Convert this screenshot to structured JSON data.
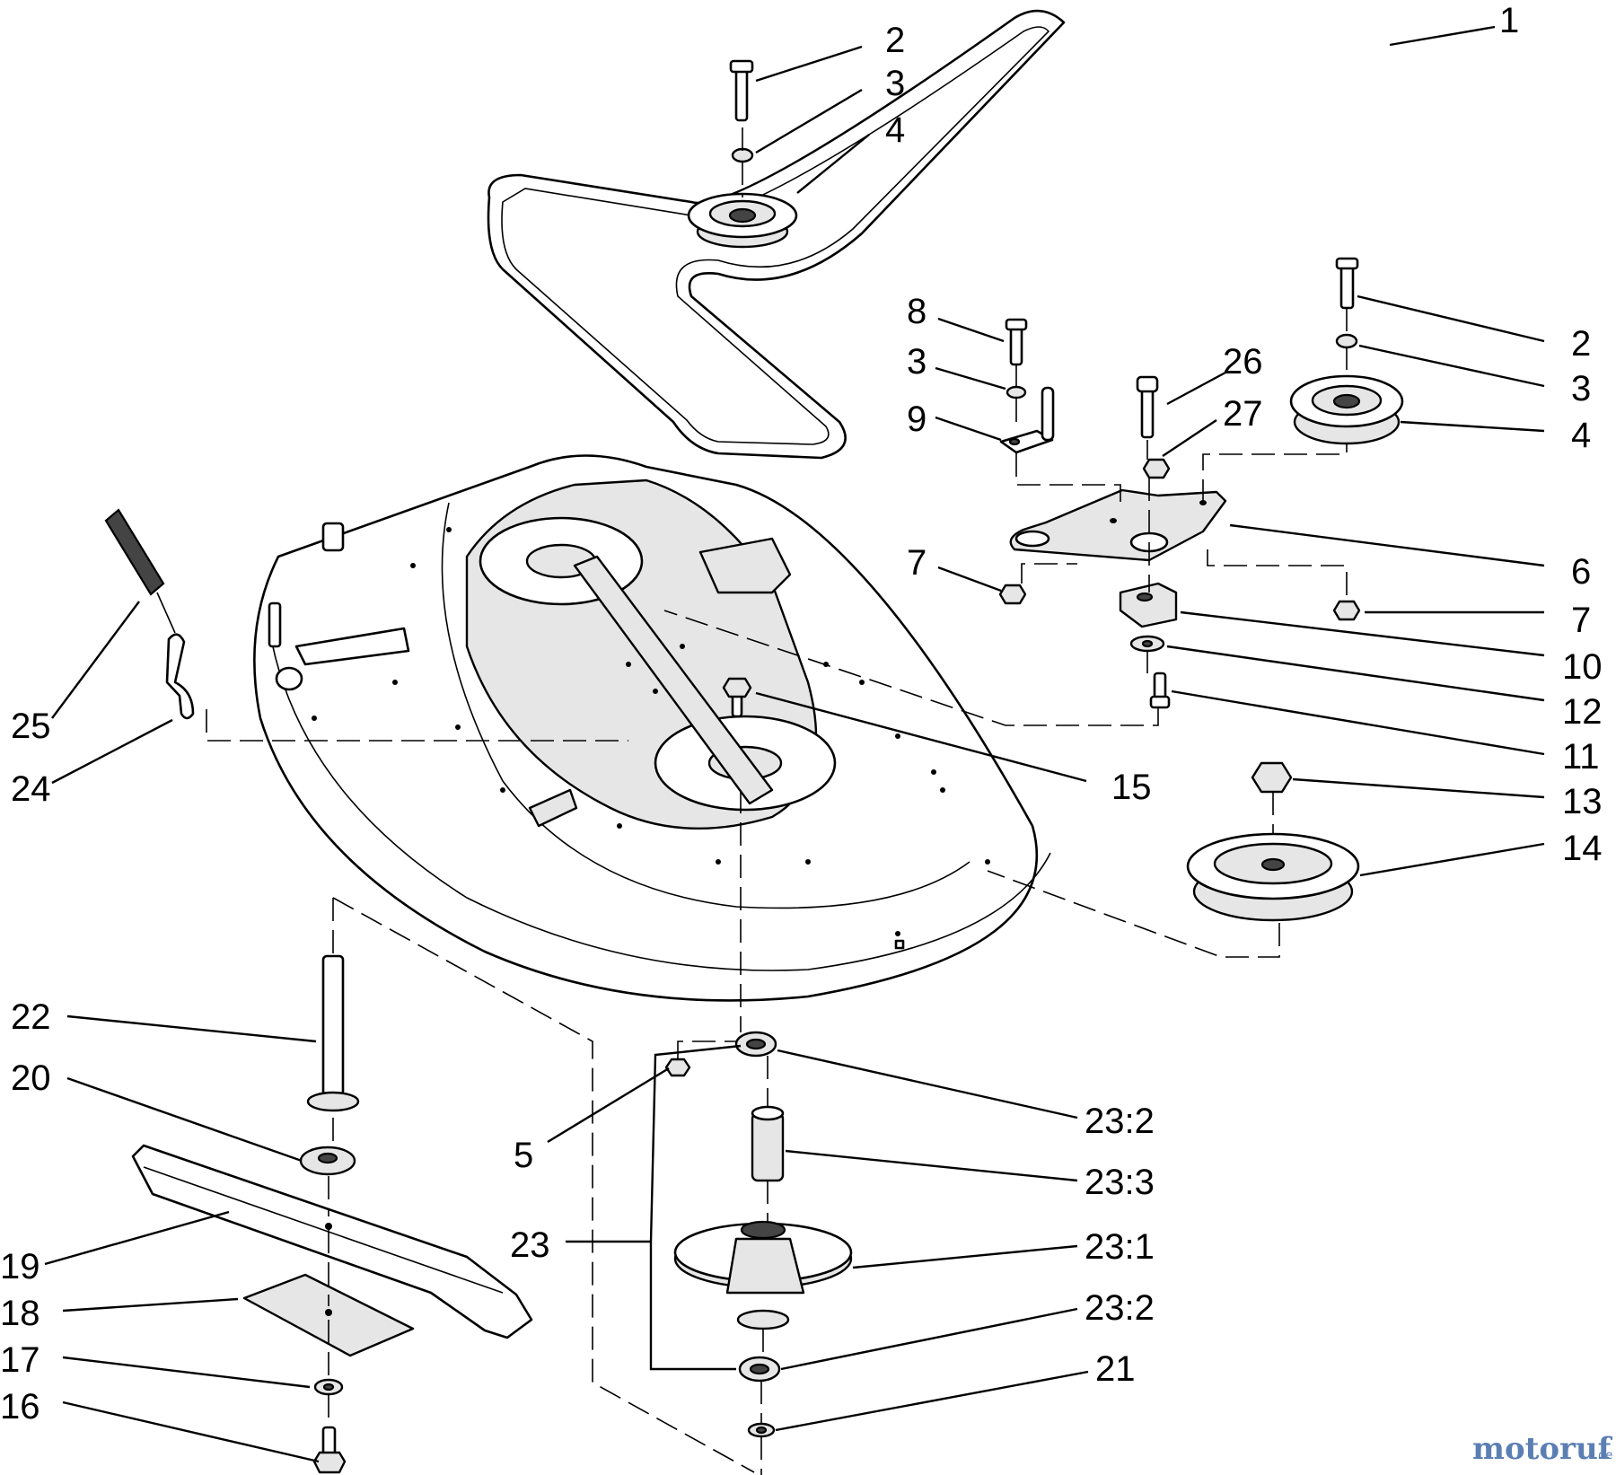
{
  "diagram": {
    "callouts": [
      {
        "id": "c1",
        "text": "1"
      },
      {
        "id": "c2a",
        "text": "2"
      },
      {
        "id": "c3a",
        "text": "3"
      },
      {
        "id": "c4a",
        "text": "4"
      },
      {
        "id": "c2b",
        "text": "2"
      },
      {
        "id": "c3b",
        "text": "3"
      },
      {
        "id": "c4b",
        "text": "4"
      },
      {
        "id": "c8",
        "text": "8"
      },
      {
        "id": "c3c",
        "text": "3"
      },
      {
        "id": "c9",
        "text": "9"
      },
      {
        "id": "c26",
        "text": "26"
      },
      {
        "id": "c27",
        "text": "27"
      },
      {
        "id": "c6",
        "text": "6"
      },
      {
        "id": "c7a",
        "text": "7"
      },
      {
        "id": "c7b",
        "text": "7"
      },
      {
        "id": "c10",
        "text": "10"
      },
      {
        "id": "c12",
        "text": "12"
      },
      {
        "id": "c11",
        "text": "11"
      },
      {
        "id": "c13",
        "text": "13"
      },
      {
        "id": "c14",
        "text": "14"
      },
      {
        "id": "c15",
        "text": "15"
      },
      {
        "id": "c25",
        "text": "25"
      },
      {
        "id": "c24",
        "text": "24"
      },
      {
        "id": "c22",
        "text": "22"
      },
      {
        "id": "c20",
        "text": "20"
      },
      {
        "id": "c19",
        "text": "19"
      },
      {
        "id": "c18",
        "text": "18"
      },
      {
        "id": "c17",
        "text": "17"
      },
      {
        "id": "c16",
        "text": "16"
      },
      {
        "id": "c5",
        "text": "5"
      },
      {
        "id": "c23",
        "text": "23"
      },
      {
        "id": "c23_2a",
        "text": "23:2"
      },
      {
        "id": "c23_3",
        "text": "23:3"
      },
      {
        "id": "c23_1",
        "text": "23:1"
      },
      {
        "id": "c23_2b",
        "text": "23:2"
      },
      {
        "id": "c21",
        "text": "21"
      }
    ]
  },
  "watermark": {
    "brand": "motoruf",
    "suffix": ".de"
  }
}
